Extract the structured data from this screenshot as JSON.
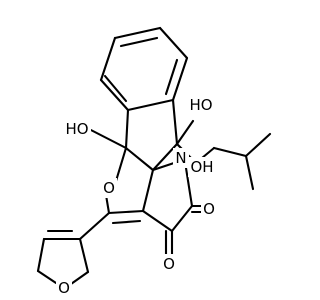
{
  "atom_labels": {
    "o_furan": "O",
    "o_ring_ether": "O",
    "o_ketone_upper": "O",
    "o_ketone_lower": "O",
    "oh_left": "HO",
    "oh_upper_right": "HO",
    "oh_lower": "OH",
    "n_amide": "N"
  },
  "colors": {
    "bond": "#000000",
    "label": "#000000",
    "background": "#ffffff"
  }
}
